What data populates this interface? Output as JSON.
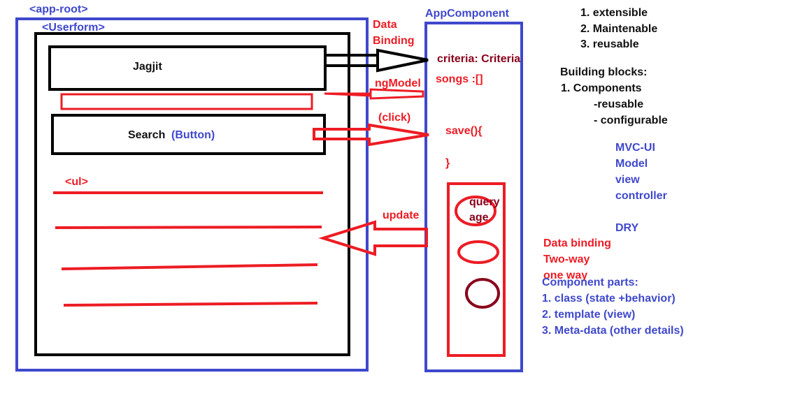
{
  "colors": {
    "blue": "#3f48cc",
    "red": "#ed1c24",
    "black": "#000000",
    "maroon": "#88001b"
  },
  "app_root": {
    "label": "<app-root>"
  },
  "userform": {
    "label": "<Userform>",
    "input_value": "Jagjit",
    "search_label": "Search",
    "search_note": "(Button)",
    "ul_label": "<ul>"
  },
  "arrows": {
    "data_binding_line1": "Data",
    "data_binding_line2": "Binding",
    "ngmodel": "ngModel",
    "click": "(click)",
    "update": "update"
  },
  "app_component": {
    "title": "AppComponent",
    "criteria": "criteria: Criteria",
    "songs": "songs :[]",
    "save_open": "save(){",
    "save_close": "}",
    "query_line1": "query",
    "query_line2": "age"
  },
  "notes": {
    "qualities": [
      "1. extensible",
      "2.  Maintenable",
      "3. reusable"
    ],
    "building_blocks_title": "Building blocks:",
    "building_blocks": [
      "1. Components",
      "-reusable",
      "- configurable"
    ],
    "mvc": [
      "MVC-UI",
      "Model",
      "view",
      "controller"
    ],
    "dry": "DRY",
    "data_binding": [
      "Data binding",
      "Two-way",
      "one way"
    ],
    "component_parts_title": "Component parts:",
    "component_parts": [
      "1. class (state +behavior)",
      "2. template (view)",
      "3. Meta-data (other details)"
    ]
  }
}
